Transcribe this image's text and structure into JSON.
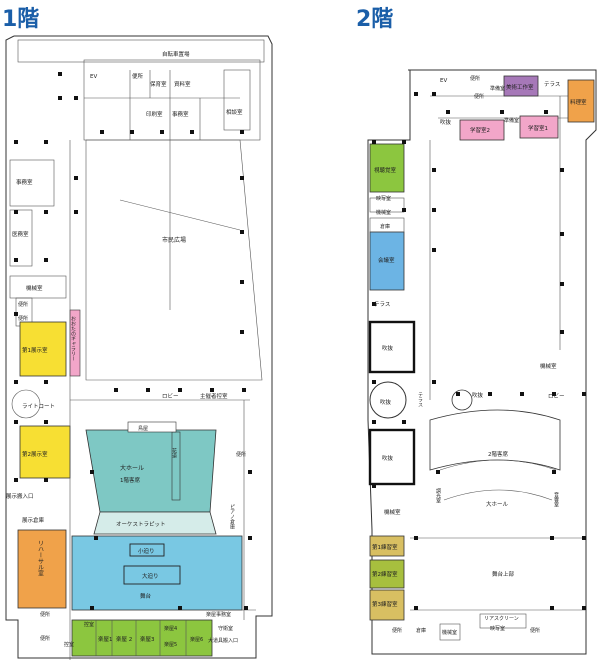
{
  "floors": [
    {
      "title": "1階",
      "rooms": {
        "bicycle": "自転車置場",
        "ev": "EV",
        "restroom1": "便所",
        "nursery": "保育室",
        "archive": "資料室",
        "print": "印刷室",
        "office_top": "事務室",
        "consult": "相談室",
        "office_left": "事務室",
        "medical": "医務室",
        "plaza": "市民広場",
        "machine": "機械室",
        "restroom_l1": "便所",
        "restroom_l2": "便所",
        "exhibit1": "第1展示室",
        "gallery": "おおたのギャラリー",
        "gallery_sub": "（展示）",
        "light_court": "ライトコート",
        "lobby": "ロビー",
        "organizer": "主催者控室",
        "exhibit2": "第2展示室",
        "balcony": "鳥屋",
        "hanamichi": "花道",
        "hall": "大ホール",
        "hall_seats": "1階客席",
        "restroom_r": "便所",
        "exhibit_entrance": "展示搬入口",
        "exhibit_storage": "展示倉庫",
        "orchestra_pit": "オーケストラピット",
        "piano_storage": "ピアノ倉庫",
        "rehearsal": "リハーサル室",
        "small_stage": "小迫り",
        "large_stage": "大迫り",
        "stage": "舞台",
        "dressing_office": "楽屋事務室",
        "restroom_b1": "便所",
        "restroom_b2": "便所",
        "green_room": "控室",
        "dressing1": "楽屋1",
        "dressing2": "楽屋 2",
        "dressing3": "楽屋3",
        "dressing4": "楽屋4",
        "dressing5": "楽屋5",
        "dressing6": "楽屋6",
        "guard": "守衛室",
        "props": "大道具搬入口",
        "kitchen": "控室"
      }
    },
    {
      "title": "2階",
      "rooms": {
        "ev": "EV",
        "restroom_t1": "便所",
        "restroom_t2": "便所",
        "prep1": "準備室",
        "craft": "美術工作室",
        "terrace_top": "テラス",
        "cooking": "料理室",
        "void_top": "吹抜",
        "prep2": "準備室",
        "study2": "学習室2",
        "study1": "学習室1",
        "av_room": "視聴覚室",
        "projection": "映写室",
        "machine_t": "機械室",
        "storage_t": "倉庫",
        "conference": "会議室",
        "terrace_left": "テラス",
        "void1": "吹抜",
        "void2": "吹抜",
        "void3": "吹抜",
        "terrace_mid": "テラス",
        "void4": "吹抜",
        "machine_r": "機械室",
        "lobby": "ロビー",
        "seats": "2階客席",
        "lighting_l": "調光室",
        "hall": "大ホール",
        "sound": "音響室",
        "machine_l": "機械室",
        "practice1": "第1練習室",
        "stage_top": "舞台上部",
        "practice2": "第2練習室",
        "practice3": "第3練習室",
        "rear_screen": "リアスクリーン",
        "projection_b": "映写室",
        "restroom_b1": "便所",
        "storage_b": "倉庫",
        "machine_b": "機械室",
        "restroom_b2": "便所"
      }
    }
  ],
  "colors": {
    "title": "#1a5ea8",
    "yellow": "#f7df33",
    "pink": "#f2a6c9",
    "orange": "#f0a24a",
    "teal": "#7ec8c4",
    "cyan": "#79c8e3",
    "green": "#8cc63f",
    "purple": "#a678b8",
    "blue": "#6cb4e4",
    "olive": "#a7bf3e",
    "gold": "#d8bf62"
  }
}
